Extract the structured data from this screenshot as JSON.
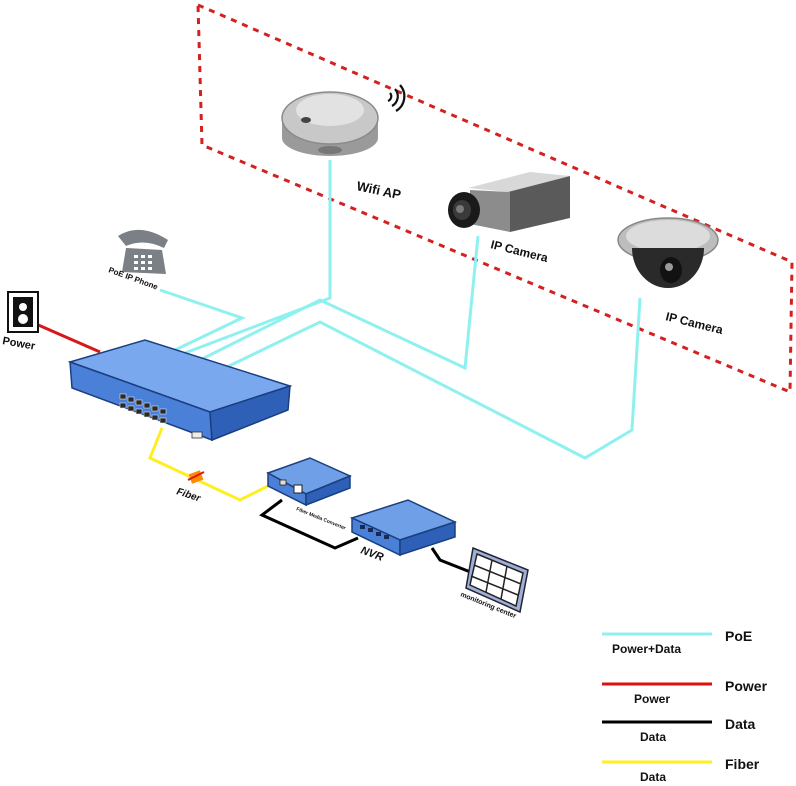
{
  "labels": {
    "wifi_ap": "Wifi AP",
    "ip_camera_box": "IP Camera",
    "ip_camera_dome": "IP Camera",
    "phone": "PoE IP Phone",
    "power_outlet": "Power",
    "fiber": "Fiber",
    "media_converter": "Fiber Media Converter",
    "nvr": "NVR",
    "monitoring": "monitoring center"
  },
  "legend": [
    {
      "key": "PoE",
      "desc": "Power+Data",
      "color": "#8ff0f0"
    },
    {
      "key": "Power",
      "desc": "Power",
      "color": "#e01010"
    },
    {
      "key": "Data",
      "desc": "Data",
      "color": "#000000"
    },
    {
      "key": "Fiber",
      "desc": "Data",
      "color": "#ffee22"
    }
  ],
  "colors": {
    "poe": "#8ff0f0",
    "power": "#d81818",
    "data": "#000000",
    "fiber": "#ffee22",
    "boundary": "#d42020",
    "switch": "#4a80d8"
  }
}
